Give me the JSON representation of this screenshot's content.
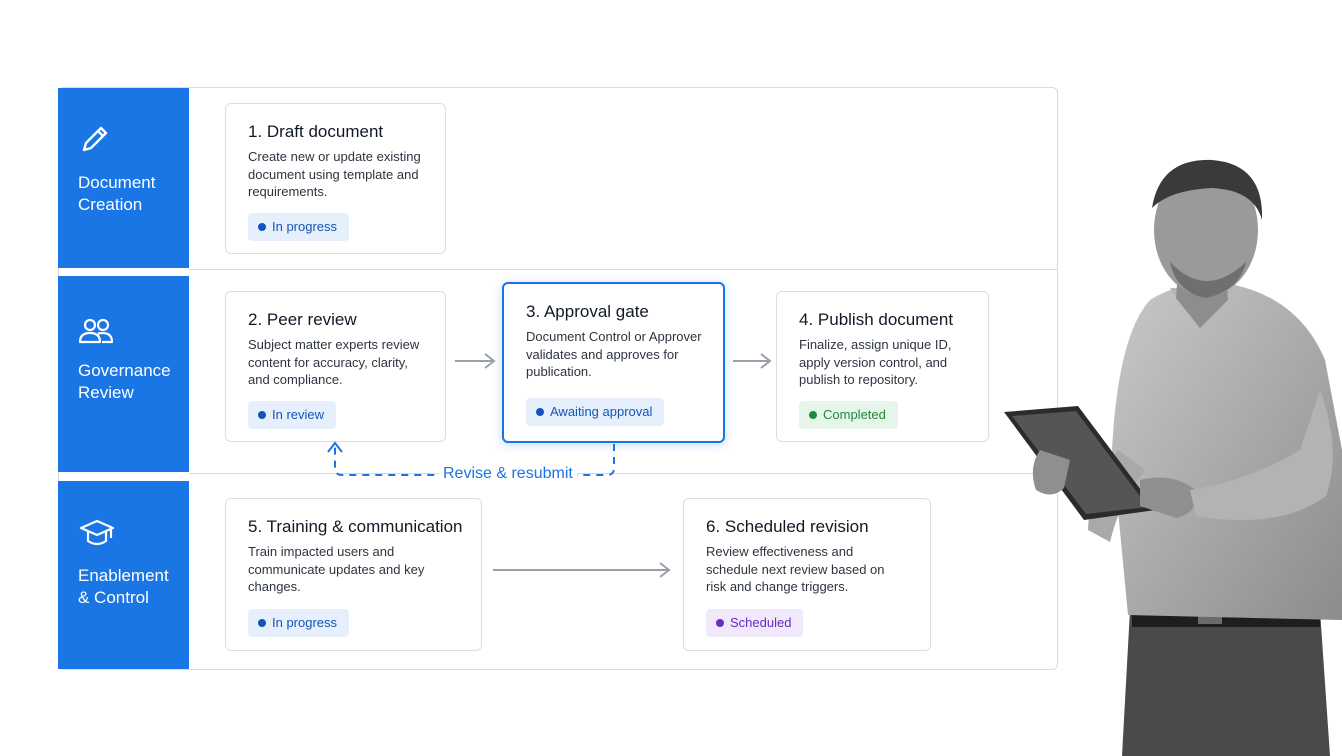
{
  "lanes": [
    {
      "title": "Document\nCreation",
      "icon": "pencil-icon"
    },
    {
      "title": "Governance\nReview",
      "icon": "people-icon"
    },
    {
      "title": "Enablement\n& Control",
      "icon": "graduation-cap-icon"
    }
  ],
  "cards": [
    {
      "title": "1. Draft document",
      "desc": "Create new or update existing document using template and requirements.",
      "status": "In progress"
    },
    {
      "title": "2. Peer review",
      "desc": "Subject matter experts review content for accuracy, clarity, and compliance.",
      "status": "In review"
    },
    {
      "title": "3. Approval gate",
      "desc": "Document Control or Approver validates and approves for publication.",
      "status": "Awaiting approval"
    },
    {
      "title": "4. Publish document",
      "desc": "Finalize, assign unique ID, apply version control, and publish to repository.",
      "status": "Completed"
    },
    {
      "title": "5. Training & communication",
      "desc": "Train impacted users and communicate updates and key changes.",
      "status": "In progress"
    },
    {
      "title": "6. Scheduled revision",
      "desc": "Review effectiveness and schedule next review based on risk and change triggers.",
      "status": "Scheduled"
    }
  ],
  "loop_label": "Revise & resubmit",
  "colors": {
    "accent": "#1976e4",
    "in_progress": "#1554b8",
    "completed": "#1f8a3b",
    "scheduled": "#6a2bc2"
  }
}
